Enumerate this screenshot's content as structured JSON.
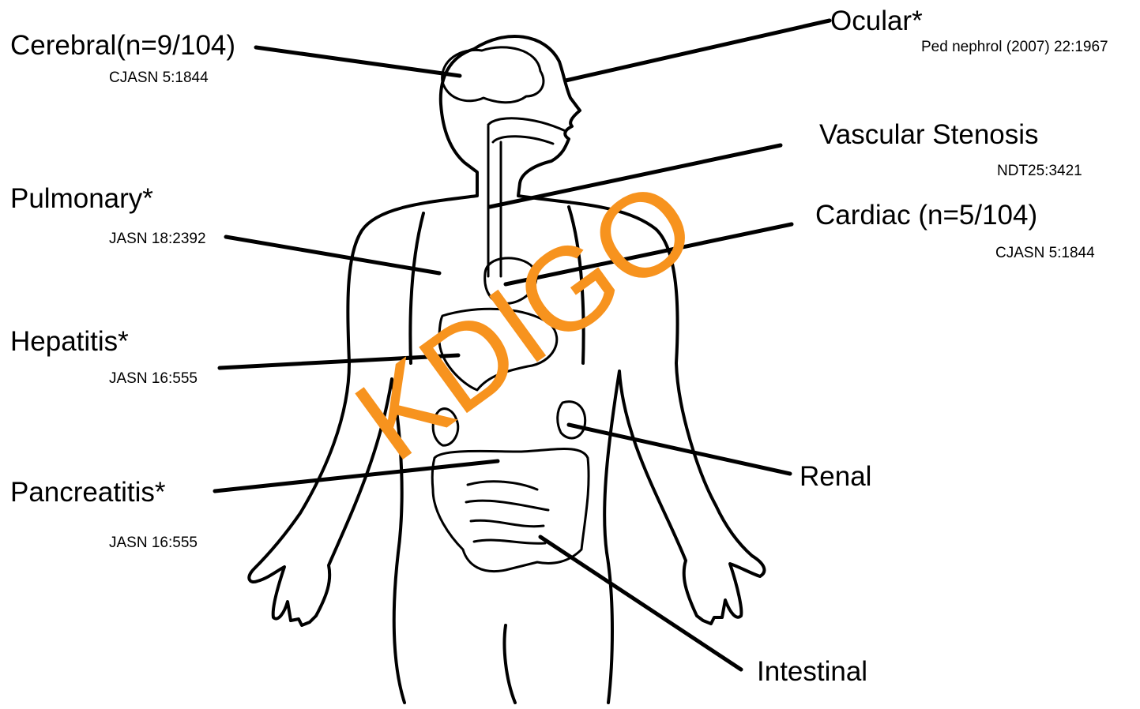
{
  "labels": {
    "cerebral": "Cerebral(n=9/104)",
    "cerebral_ref": "CJASN 5:1844",
    "ocular": "Ocular*",
    "ocular_ref": "Ped nephrol (2007) 22:1967",
    "vascular": "Vascular Stenosis",
    "vascular_ref": "NDT25:3421",
    "pulmonary": "Pulmonary*",
    "pulmonary_ref": "JASN 18:2392",
    "cardiac": "Cardiac (n=5/104)",
    "cardiac_ref": "CJASN 5:1844",
    "hepatitis": "Hepatitis*",
    "hepatitis_ref": "JASN 16:555",
    "renal": "Renal",
    "pancreatitis": "Pancreatitis*",
    "pancreatitis_ref": "JASN 16:555",
    "intestinal": "Intestinal"
  },
  "watermark": "KDIGO",
  "colors": {
    "ink": "#000000",
    "watermark": "#f7931e",
    "background": "#ffffff"
  }
}
